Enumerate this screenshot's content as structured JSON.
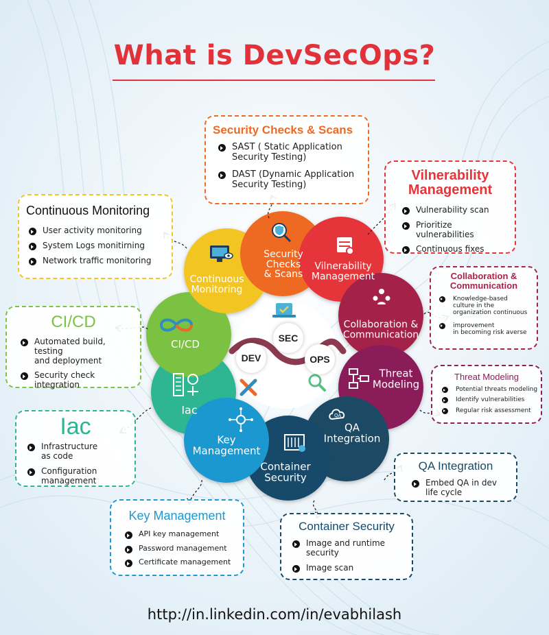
{
  "title": "What is DevSecOps?",
  "footer": "http://in.linkedin.com/in/evabhilash",
  "center": {
    "dev": "DEV",
    "sec": "SEC",
    "ops": "OPS"
  },
  "colors": {
    "title": "#e03238",
    "monitoring": "#f2c521",
    "security_checks": "#ee6a24",
    "vulnerability": "#e5353a",
    "collaboration": "#a4244a",
    "threat": "#8b1f5a",
    "qa": "#1b4a63",
    "container": "#144a6b",
    "key": "#1f98d0",
    "iac": "#2db592",
    "cicd": "#7cc243"
  },
  "circles": {
    "security_checks": {
      "label_lines": [
        "Security",
        "Checks",
        "& Scans"
      ],
      "icon": "shield-check-icon"
    },
    "vulnerability": {
      "label_lines": [
        "Vilnerability",
        "Management"
      ],
      "icon": "server-lock-icon"
    },
    "collaboration": {
      "label_lines": [
        "Collaboration &",
        "Communication"
      ],
      "icon": "team-icon"
    },
    "threat": {
      "label_lines": [
        "Threat",
        "Modeling"
      ],
      "icon": "flowchart-icon"
    },
    "qa": {
      "label_lines": [
        "QA",
        "Integration"
      ],
      "icon": "cloud-check-icon"
    },
    "container": {
      "label_lines": [
        "Container",
        "Security"
      ],
      "icon": "container-icon"
    },
    "key": {
      "label_lines": [
        "Key",
        "Management"
      ],
      "icon": "key-network-icon"
    },
    "iac": {
      "label_lines": [
        "Iac"
      ],
      "icon": "infrastructure-icon"
    },
    "cicd": {
      "label_lines": [
        "CI/CD"
      ],
      "icon": "infinity-loop-icon"
    },
    "monitoring": {
      "label_lines": [
        "Continuous",
        "Monitoring"
      ],
      "icon": "monitor-eye-icon"
    }
  },
  "boxes": {
    "security_checks": {
      "title": "Security Checks & Scans",
      "items": [
        [
          "SAST ( Static Application",
          "Security Testing)"
        ],
        [
          "DAST (Dynamic Application",
          "Security Testing)"
        ]
      ]
    },
    "vulnerability": {
      "title_lines": [
        "Vilnerability",
        "Management"
      ],
      "items": [
        "Vulnerability scan",
        "Prioritize vulnerabilities",
        "Continuous fixes"
      ]
    },
    "collaboration": {
      "title_lines": [
        "Collaboration &",
        "Communication"
      ],
      "items": [
        [
          "Knowledge-based",
          "culture in the",
          "organization continuous"
        ],
        [
          "improvement",
          "in becoming risk averse"
        ]
      ]
    },
    "threat": {
      "title": "Threat Modeling",
      "items": [
        "Potential threats modeling",
        "Identify vulnerabilities",
        "Regular risk assessment"
      ]
    },
    "qa": {
      "title": "QA Integration",
      "items": [
        [
          "Embed QA in dev",
          "life cycle"
        ]
      ]
    },
    "container": {
      "title": "Container Security",
      "items": [
        [
          "Image and runtime",
          "security"
        ],
        [
          "Image scan"
        ]
      ]
    },
    "key": {
      "title": "Key Management",
      "items": [
        "API key management",
        "Password management",
        "Certificate management"
      ]
    },
    "iac": {
      "title": "Iac",
      "items": [
        [
          "Infrastructure",
          "as code"
        ],
        [
          "Configuration",
          "management"
        ]
      ]
    },
    "cicd": {
      "title": "CI/CD",
      "items": [
        [
          "Automated build, testing",
          "and deployment"
        ],
        [
          "Security check",
          "integration"
        ]
      ]
    },
    "monitoring": {
      "title": "Continuous Monitoring",
      "items": [
        "User activity monitoring",
        "System Logs monitirning",
        "Network traffic monitoring"
      ]
    }
  }
}
